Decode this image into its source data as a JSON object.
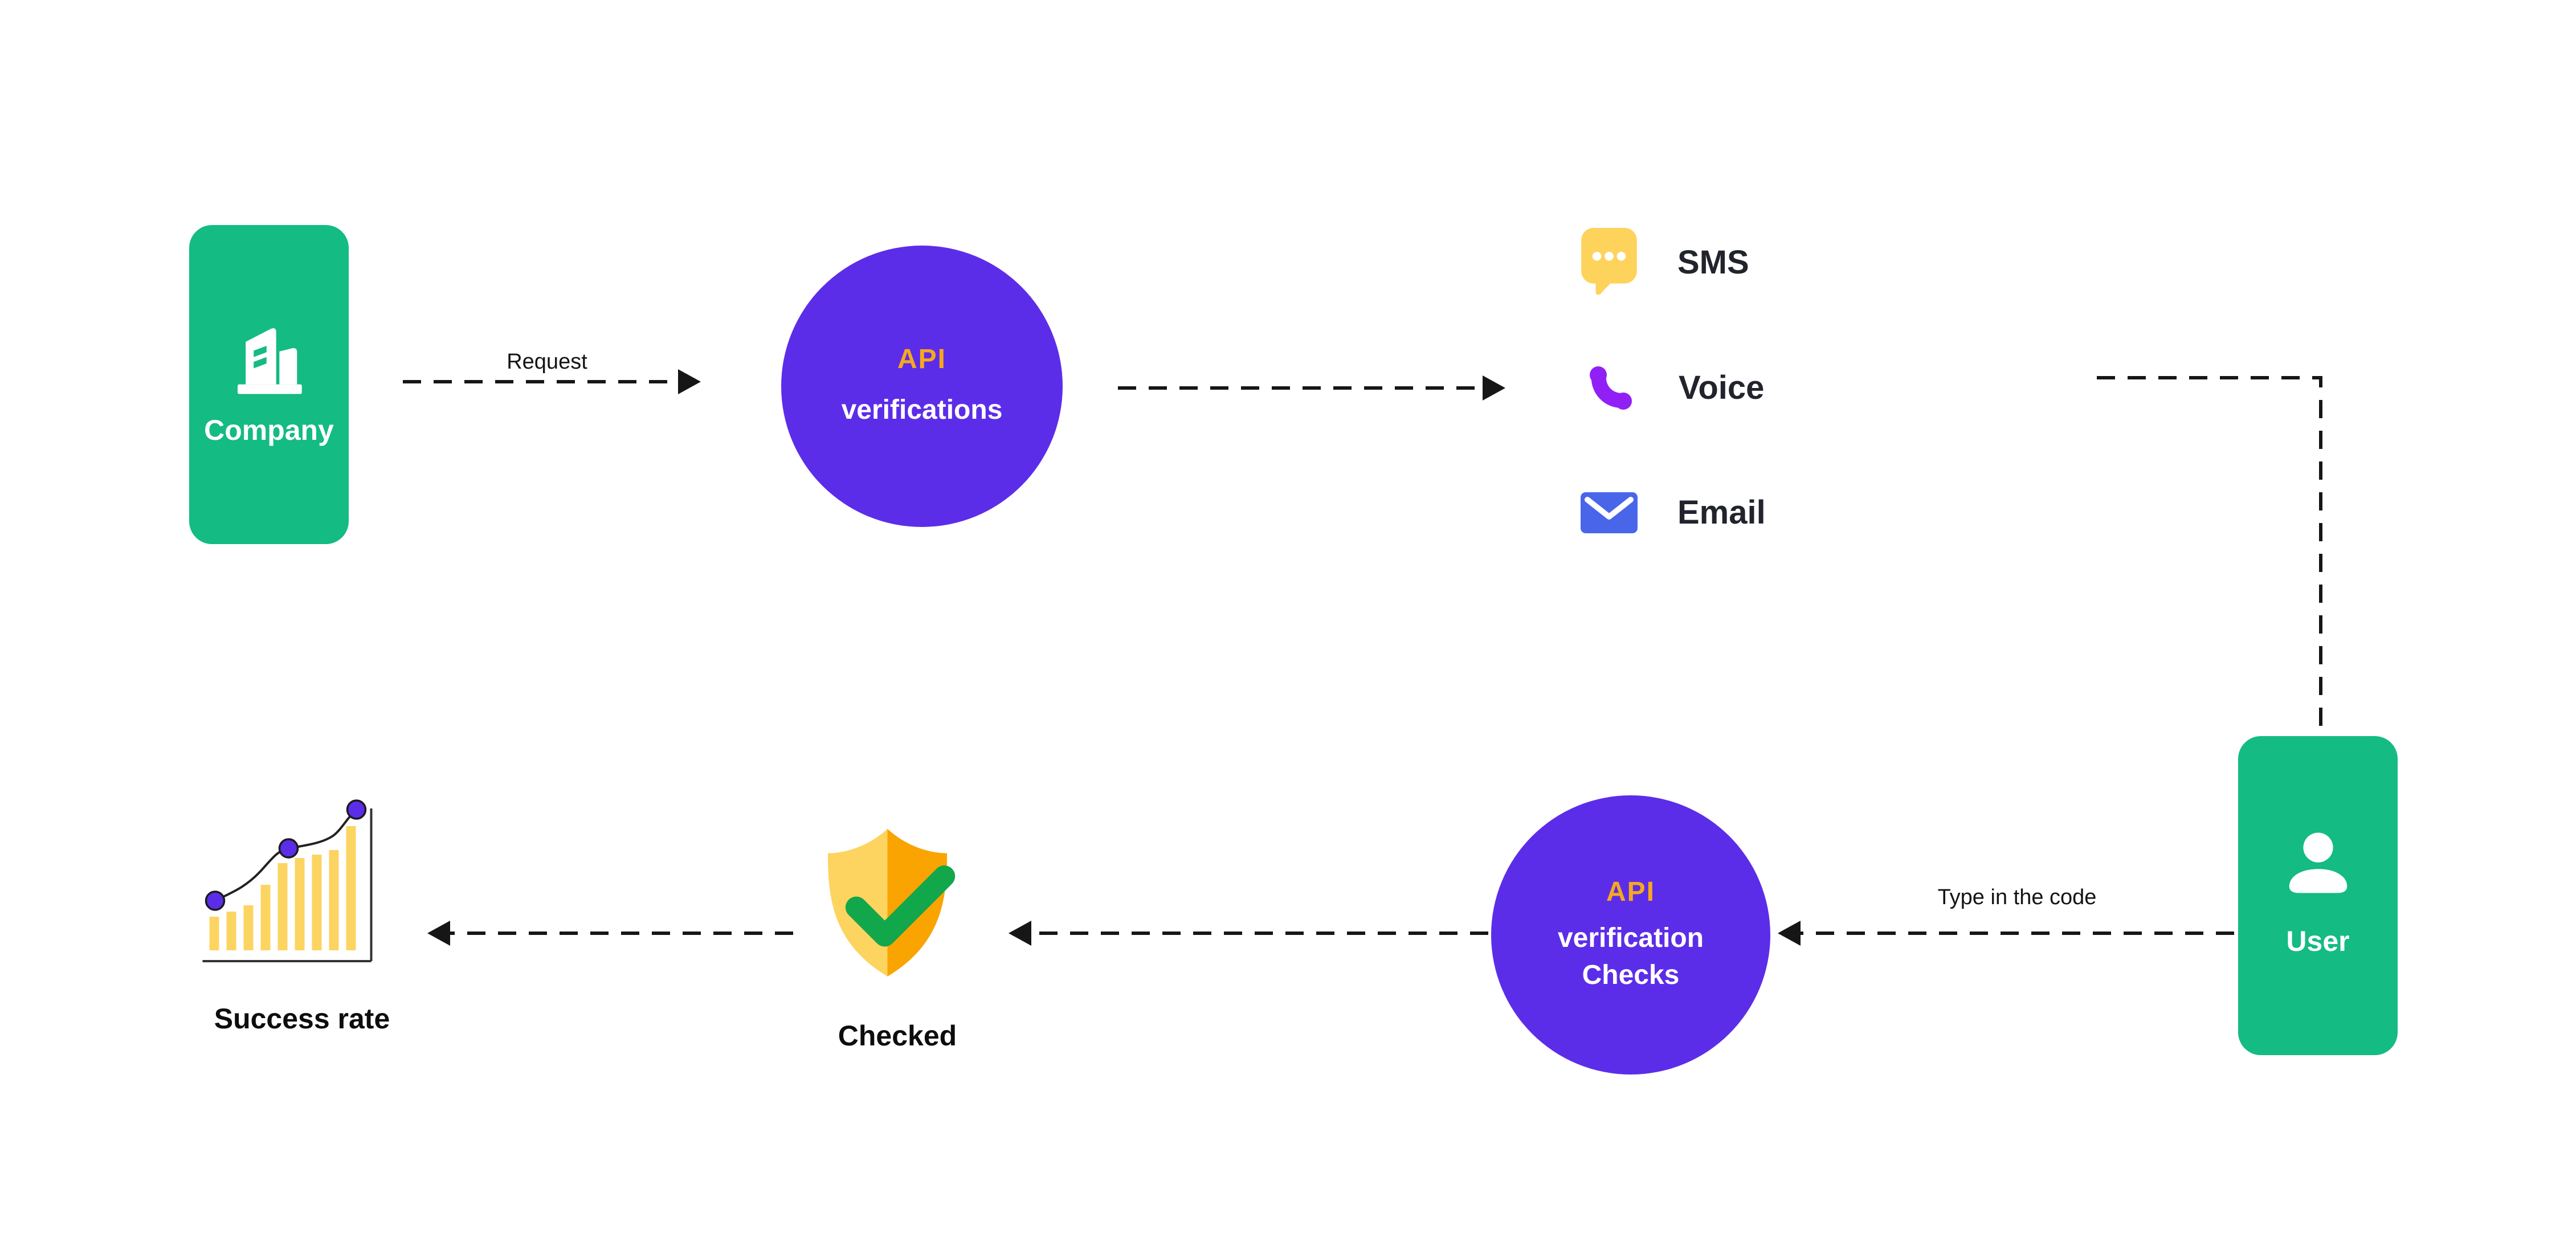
{
  "colors": {
    "green": "#14bb82",
    "purple": "#5c2de9",
    "accent-orange": "#f6a81e",
    "sms-yellow": "#fed35c",
    "voice-purple": "#9120f7",
    "email-blue": "#4966ea",
    "shield-light": "#fcd45f",
    "shield-dark": "#f9a400",
    "check-green": "#12a74b",
    "bar-yellow": "#fcd462",
    "line-dark": "#161616",
    "label-dark": "#21242c",
    "bg": "#ffffff"
  },
  "diagram": {
    "company": {
      "label": "Company"
    },
    "api_verifications": {
      "accent": "API",
      "line2": "verifications"
    },
    "channels": [
      {
        "label": "SMS"
      },
      {
        "label": "Voice"
      },
      {
        "label": "Email"
      }
    ],
    "user": {
      "label": "User"
    },
    "api_verification_checks": {
      "accent": "API",
      "line2": "verification",
      "line3": "Checks"
    },
    "checked": {
      "label": "Checked"
    },
    "success_rate": {
      "label": "Success rate"
    },
    "edges": {
      "request": "Request",
      "type_in_the_code": "Type in the code"
    }
  }
}
